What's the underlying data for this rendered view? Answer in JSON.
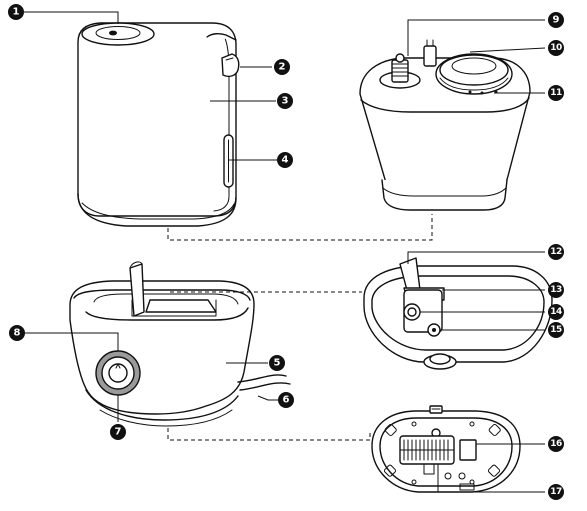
{
  "callouts": [
    {
      "id": "1",
      "label": "1"
    },
    {
      "id": "2",
      "label": "2"
    },
    {
      "id": "3",
      "label": "3"
    },
    {
      "id": "4",
      "label": "4"
    },
    {
      "id": "5",
      "label": "5"
    },
    {
      "id": "6",
      "label": "6"
    },
    {
      "id": "7",
      "label": "7"
    },
    {
      "id": "8",
      "label": "8"
    },
    {
      "id": "9",
      "label": "9"
    },
    {
      "id": "10",
      "label": "10"
    },
    {
      "id": "11",
      "label": "11"
    },
    {
      "id": "12",
      "label": "12"
    },
    {
      "id": "13",
      "label": "13"
    },
    {
      "id": "14",
      "label": "14"
    },
    {
      "id": "15",
      "label": "15"
    },
    {
      "id": "16",
      "label": "16"
    },
    {
      "id": "17",
      "label": "17"
    }
  ],
  "colors": {
    "line": "#111111",
    "badge": "#111111",
    "badge_text": "#ffffff",
    "ring": "#9a9a9a",
    "background": "#ffffff"
  }
}
